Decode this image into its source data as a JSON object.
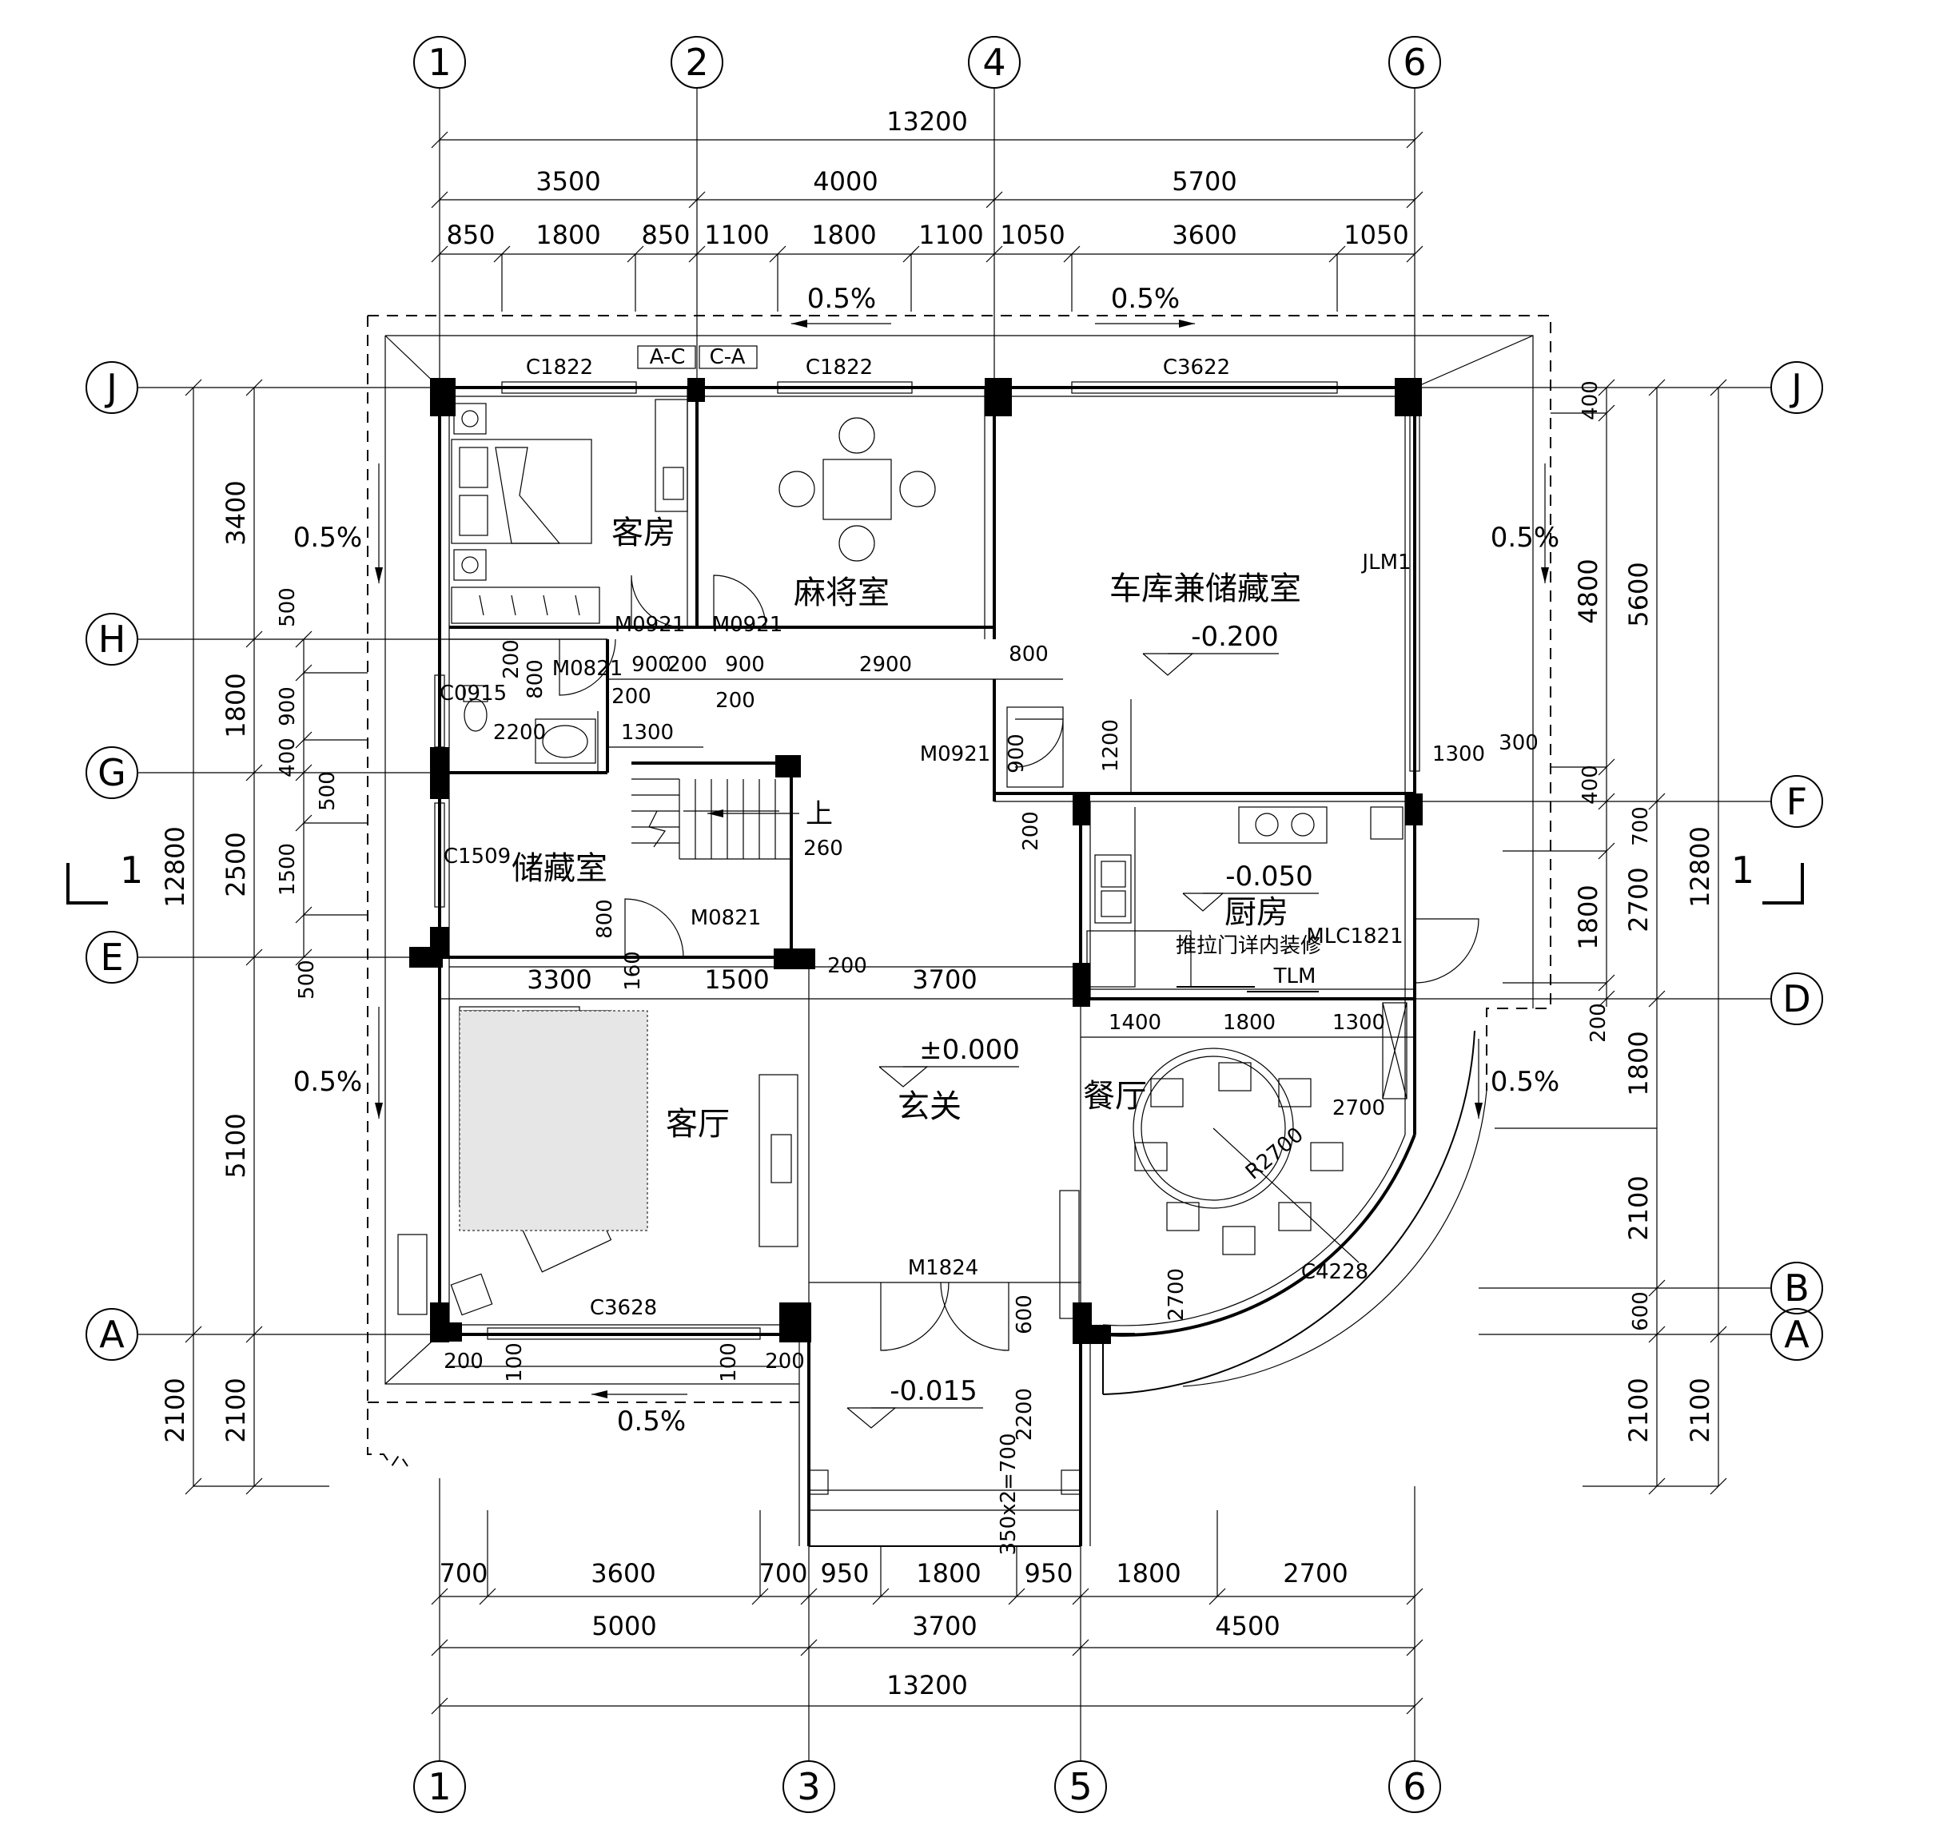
{
  "axes": {
    "top": [
      "1",
      "2",
      "4",
      "6"
    ],
    "bottom": [
      "1",
      "3",
      "5",
      "6"
    ],
    "left": [
      "J",
      "H",
      "G",
      "E",
      "A"
    ],
    "right": [
      "J",
      "F",
      "D",
      "B",
      "A"
    ]
  },
  "section_marks": {
    "left": "1",
    "right": "1"
  },
  "top_dims": {
    "total": "13200",
    "row2": [
      "3500",
      "4000",
      "5700"
    ],
    "row3": [
      "850",
      "1800",
      "850",
      "1100",
      "1800",
      "1100",
      "1050",
      "3600",
      "1050"
    ]
  },
  "bottom_dims": {
    "row1": [
      "700",
      "3600",
      "700",
      "950",
      "1800",
      "950",
      "1800",
      "2700"
    ],
    "row2": [
      "5000",
      "3700",
      "4500"
    ],
    "total": "13200"
  },
  "left_dims": {
    "outer": [
      "12800",
      "2100"
    ],
    "mid": [
      "3400",
      "1800",
      "2500",
      "5100",
      "2100"
    ],
    "inner": [
      "500",
      "900",
      "400",
      "500",
      "1500",
      "500"
    ]
  },
  "right_dims": {
    "outer": [
      "12800",
      "2100"
    ],
    "mid": [
      "5600",
      "2700",
      "1800",
      "2100",
      "600",
      "2100"
    ],
    "inner": [
      "400",
      "4800",
      "400",
      "700",
      "1800",
      "200"
    ]
  },
  "rooms": {
    "guest_room": "客房",
    "mahjong_room": "麻将室",
    "garage": "车库兼储藏室",
    "storage": "储藏室",
    "kitchen": "厨房",
    "living_room": "客厅",
    "foyer": "玄关",
    "dining_room": "餐厅"
  },
  "elevations": {
    "garage": "-0.200",
    "kitchen": "-0.050",
    "foyer": "±0.000",
    "porch": "-0.015"
  },
  "slopes": [
    "0.5%",
    "0.5%",
    "0.5%",
    "0.5%",
    "0.5%",
    "0.5%",
    "0.5%"
  ],
  "openings": {
    "c1822_a": "C1822",
    "c1822_b": "C1822",
    "c3622": "C3622",
    "jlm1": "JLM1",
    "m0921_a": "M0921",
    "m0921_b": "M0921",
    "m0821_a": "M0821",
    "c0915": "C0915",
    "m0921_c": "M0921",
    "c1509": "C1509",
    "m0821_b": "M0821",
    "mlc1821": "MLC1821",
    "tlm": "TLM",
    "m1824": "M1824",
    "c3628": "C3628",
    "c4228": "C4228"
  },
  "notes": {
    "kitchen_door": "推拉门详内装修",
    "stair_up": "上",
    "radius": "R2700",
    "porch_steps": "350x2=700"
  },
  "interior_dims": {
    "d800_garage": "800",
    "d1200": "1200",
    "d900_garage": "900",
    "d200_garage": "200",
    "d1300_garage": "1300",
    "d300_garage": "300",
    "d900_a": "900",
    "d200_a": "200",
    "d900_b": "900",
    "d2900": "2900",
    "d200_b": "200",
    "d200_c": "200",
    "d200_v": "200",
    "d800_v": "800",
    "d2200": "2200",
    "d1300": "1300",
    "d260": "260",
    "d800_store": "800",
    "d160": "160",
    "d3300": "3300",
    "d1500": "1500",
    "d200_d": "200",
    "d3700": "3700",
    "d1400": "1400",
    "d1800": "1800",
    "d1300_b": "1300",
    "d2700_a": "2700",
    "d2700_b": "2700",
    "d600": "600",
    "d2200_porch": "2200",
    "d200_e": "200",
    "d100_a": "100",
    "d100_b": "100",
    "d200_f": "200"
  }
}
